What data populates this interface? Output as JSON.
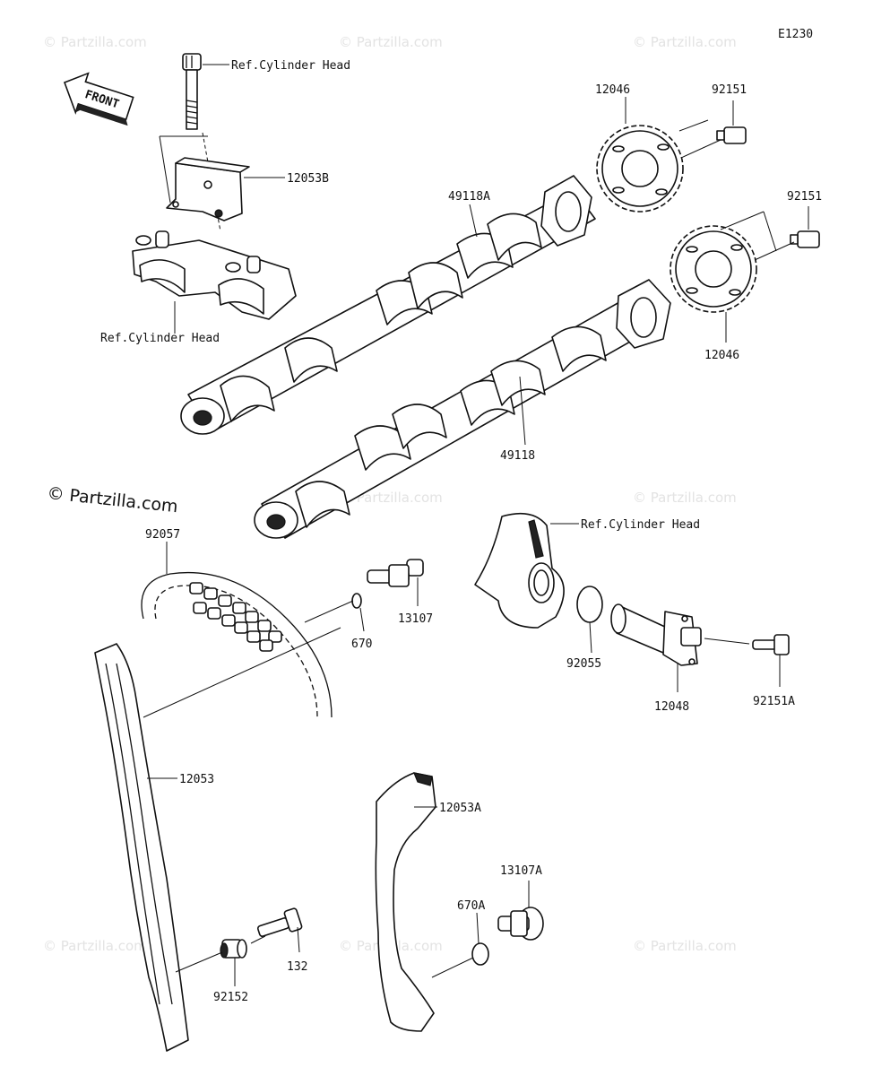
{
  "diagram_code": "E1230",
  "front_label": "FRONT",
  "watermark": "© Partzilla.com",
  "labels": {
    "ref_cyl_head_top": "Ref.Cylinder Head",
    "ref_cyl_head_mid": "Ref.Cylinder Head",
    "ref_cyl_head_right": "Ref.Cylinder Head",
    "p12053B": "12053B",
    "p12046_top": "12046",
    "p92151_top": "92151",
    "p49118A": "49118A",
    "p92151_right": "92151",
    "p12046_right": "12046",
    "p49118": "49118",
    "p92057": "92057",
    "p13107": "13107",
    "p670": "670",
    "p92055": "92055",
    "p12048": "12048",
    "p92151A": "92151A",
    "p12053": "12053",
    "p12053A": "12053A",
    "p13107A": "13107A",
    "p670A": "670A",
    "p132": "132",
    "p92152": "92152"
  }
}
